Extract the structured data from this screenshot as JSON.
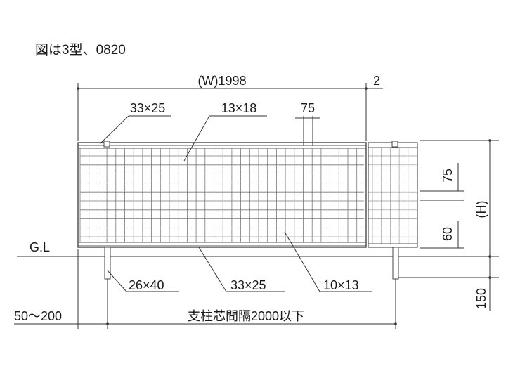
{
  "note": "図は3型、0820",
  "labels": {
    "width": "(W)1998",
    "gap": "2",
    "top_frame": "33×25",
    "mesh": "13×18",
    "pitch_top": "75",
    "pitch_right": "75",
    "bottom_offset_right": "60",
    "height": "(H)",
    "ground": "G.L",
    "post": "26×40",
    "bottom_frame": "33×25",
    "vertical_bar": "10×13",
    "embed_depth": "150",
    "end_offset": "50〜200",
    "post_spacing": "支柱芯間隔2000以下"
  }
}
